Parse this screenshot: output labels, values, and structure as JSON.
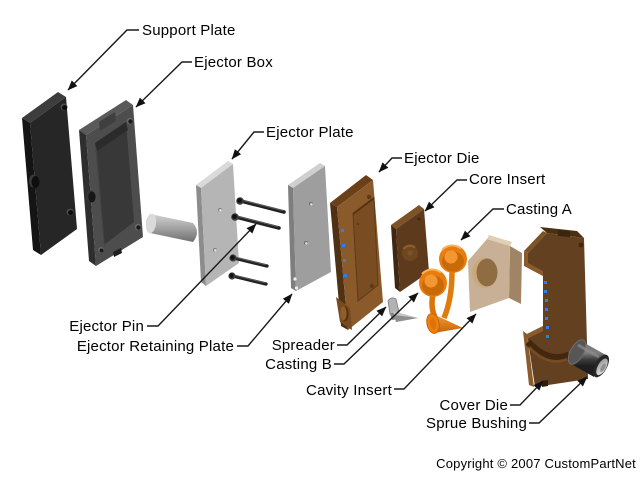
{
  "labels": {
    "support_plate": "Support Plate",
    "ejector_box": "Ejector Box",
    "ejector_plate": "Ejector Plate",
    "ejector_die": "Ejector Die",
    "core_insert": "Core Insert",
    "casting_a": "Casting A",
    "ejector_pin": "Ejector Pin",
    "ejector_retaining_plate": "Ejector Retaining Plate",
    "spreader": "Spreader",
    "casting_b": "Casting B",
    "cavity_insert": "Cavity Insert",
    "cover_die": "Cover Die",
    "sprue_bushing": "Sprue Bushing"
  },
  "footer": {
    "copyright": "Copyright © 2007 CustomPartNet"
  },
  "colors": {
    "background": "#ffffff",
    "label_text": "#000000",
    "leader_line": "#1a1a1a",
    "support_plate_gray": "#262626",
    "ejector_box_gray": "#4d4d4d",
    "ejector_plate_gray": "#b5b5b5",
    "retaining_plate_gray": "#9e9e9e",
    "pin_gray": "#262626",
    "die_brown": "#8a5a2b",
    "core_insert_brown": "#5c3a1b",
    "cover_die_brown": "#63401f",
    "cavity_insert_tan": "#c7b096",
    "casting_orange": "#ee7f10",
    "sprue_bushing_gray": "#4a4a4a",
    "water_line_blue": "#2f7df6"
  }
}
